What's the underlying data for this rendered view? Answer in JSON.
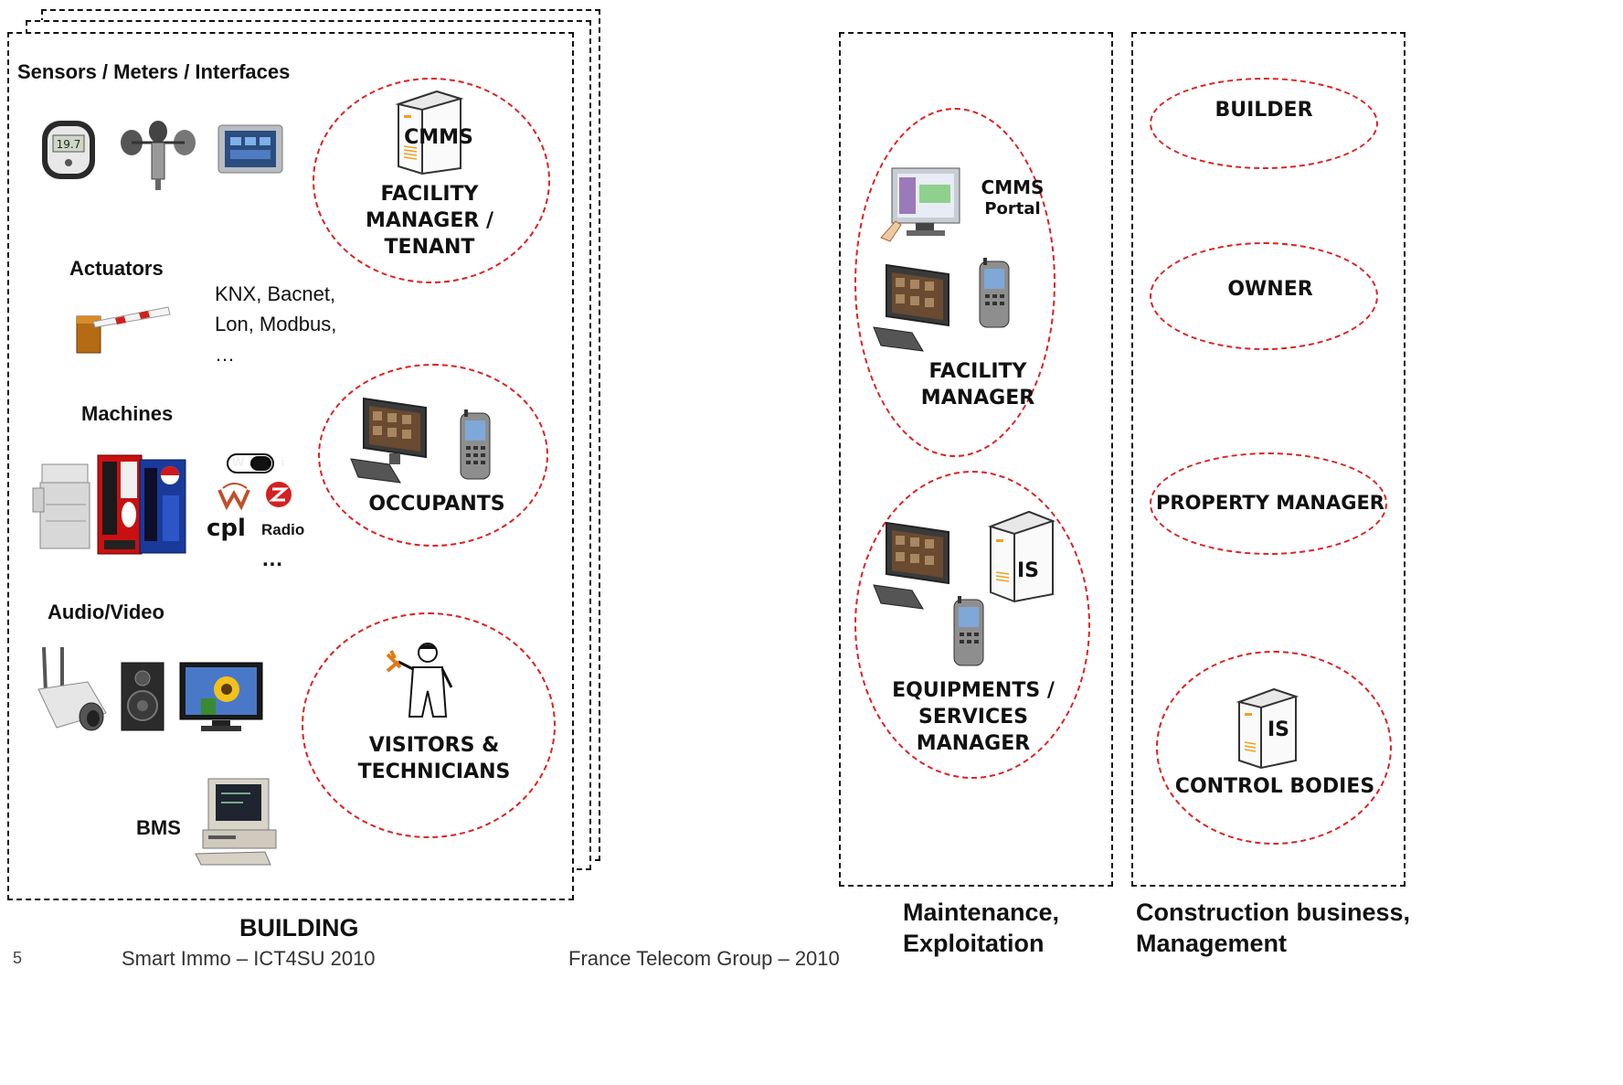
{
  "building": {
    "section_sensors": "Sensors / Meters / Interfaces",
    "section_actuators": "Actuators",
    "protocols": [
      "KNX, Bacnet,",
      "Lon, Modbus,",
      "…"
    ],
    "section_machines": "Machines",
    "wireless_wifi": "Wi Fi",
    "wireless_radio": "Radio",
    "wireless_more": "…",
    "section_av": "Audio/Video",
    "bms_label": "BMS",
    "caption": "BUILDING",
    "roles": {
      "cmms_server_label": "CMMS",
      "facility_manager_tenant": [
        "FACILITY",
        "MANAGER /",
        "TENANT"
      ],
      "occupants": "OCCUPANTS",
      "visitors_technicians": [
        "VISITORS &",
        "TECHNICIANS"
      ]
    }
  },
  "maintenance": {
    "cmms_title": "CMMS",
    "cmms_sub": "Portal",
    "facility_manager": [
      "FACILITY",
      "MANAGER"
    ],
    "is_label": "IS",
    "equipments_manager": [
      "EQUIPMENTS /",
      "SERVICES",
      "MANAGER"
    ],
    "caption": [
      "Maintenance,",
      "Exploitation"
    ]
  },
  "construction": {
    "builder": "BUILDER",
    "owner": "OWNER",
    "property_manager": "PROPERTY MANAGER",
    "is_label": "IS",
    "control_bodies": "CONTROL BODIES",
    "caption": [
      "Construction business,",
      "Management"
    ]
  },
  "footer": {
    "page_number": "5",
    "left": "Smart Immo – ICT4SU 2010",
    "right": "France Telecom Group – 2010"
  },
  "colors": {
    "dashed_border": "#111111",
    "role_ellipse": "#e02020"
  }
}
